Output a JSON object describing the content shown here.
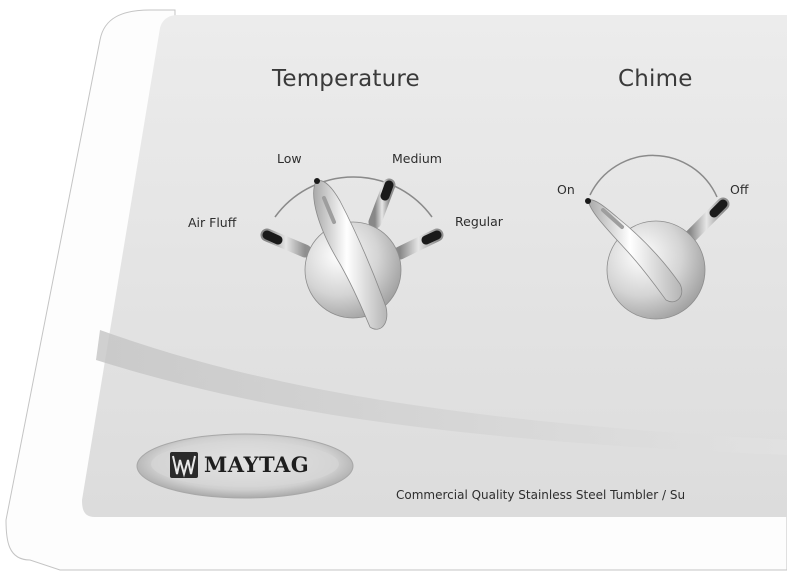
{
  "panel": {
    "tagline": "Commercial Quality Stainless Steel Tumbler / Su"
  },
  "brand": {
    "name": "MAYTAG",
    "icon": "maytag-logo-icon"
  },
  "temperature": {
    "title": "Temperature",
    "options": [
      "Air Fluff",
      "Low",
      "Medium",
      "Regular"
    ],
    "selected": "Low"
  },
  "chime": {
    "title": "Chime",
    "options": [
      "On",
      "Off"
    ],
    "selected": "On"
  },
  "colors": {
    "panel": "#e6e6e6",
    "text": "#2e2e2e",
    "pointer": "#222222"
  }
}
